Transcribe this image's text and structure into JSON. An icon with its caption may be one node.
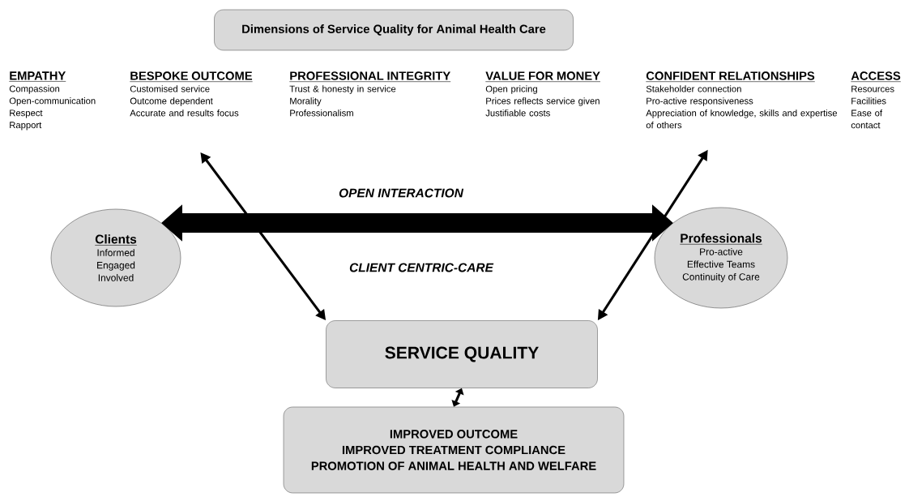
{
  "diagram": {
    "nodes": [
      {
        "text": [
          "Dimensions of Service Quality for Animal Health Care"
        ]
      },
      {
        "text": [
          "EMPATHY",
          "Compassion",
          "Open-communication",
          "Respect",
          "Rapport"
        ]
      },
      {
        "text": [
          "BESPOKE OUTCOME",
          "Customised service",
          "Outcome dependent",
          "Accurate and results focus"
        ]
      },
      {
        "text": [
          "PROFESSIONAL INTEGRITY",
          "Trust & honesty in service",
          "Morality",
          "Professionalism"
        ]
      },
      {
        "text": [
          "VALUE FOR MONEY",
          "Open pricing",
          "Prices reflects service given",
          "Justifiable costs"
        ]
      },
      {
        "text": [
          "CONFIDENT RELATIONSHIPS",
          "Stakeholder connection",
          "Pro-active responsiveness",
          "Appreciation of knowledge, skills and expertise of others"
        ]
      },
      {
        "text": [
          "ACCESS",
          "Resources",
          "Facilities",
          "Ease of contact"
        ]
      },
      {
        "text": [
          "Clients",
          "Informed",
          "Engaged",
          "Involved"
        ]
      },
      {
        "text": [
          "Professionals",
          "Pro-active",
          "Effective Teams",
          "Continuity of Care"
        ]
      },
      {
        "text": [
          "SERVICE QUALITY"
        ]
      },
      {
        "text": [
          "IMPROVED OUTCOME",
          "IMPROVED TREATMENT COMPLIANCE",
          "PROMOTION OF ANIMAL HEALTH AND WELFARE"
        ]
      }
    ],
    "edges": [
      {
        "from": 9,
        "to": 2,
        "arrow": "both"
      },
      {
        "from": 9,
        "to": 5,
        "arrow": "both"
      },
      {
        "from": 7,
        "to": 8,
        "arrow": "both",
        "label": "OPEN INTERACTION",
        "style": "thick"
      },
      {
        "from": 9,
        "to": 10,
        "arrow": "both"
      }
    ],
    "labels": [
      "CLIENT CENTRIC-CARE"
    ]
  }
}
